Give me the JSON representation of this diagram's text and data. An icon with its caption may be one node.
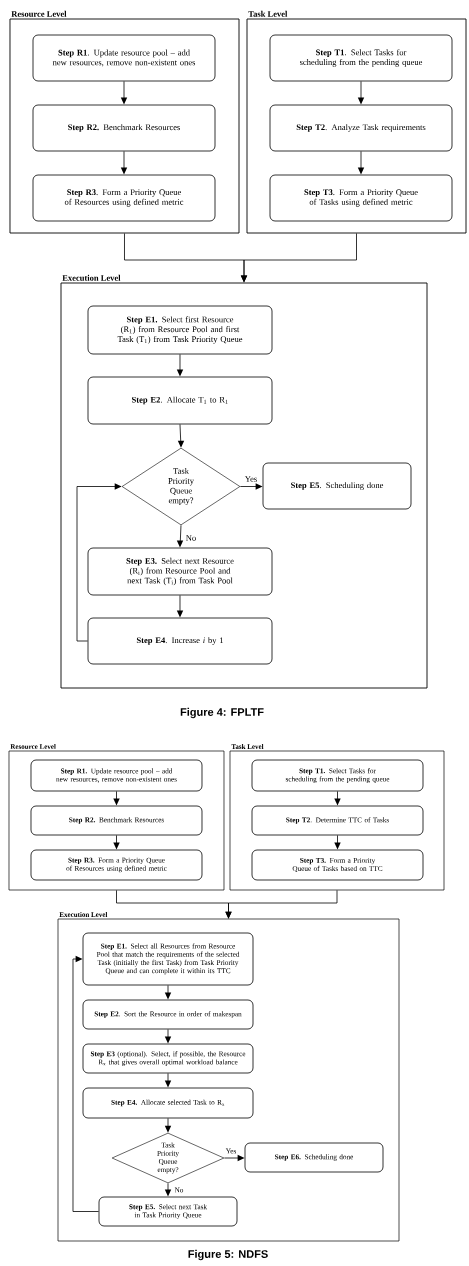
{
  "diagram": {
    "nodes": [
      {
        "text": [
          "Resource Level"
        ]
      },
      {
        "text": [
          "**Step R1**. Update resource pool – add new resources, remove non-existent ones"
        ],
        "in": 0
      },
      {
        "text": [
          "**Step R2.** Benchmark Resources"
        ],
        "in": 0
      },
      {
        "text": [
          "**Step R3**. Form a Priority Queue of Resources using defined metric"
        ],
        "in": 0
      },
      {
        "text": [
          "Task Level"
        ]
      },
      {
        "text": [
          "**Step T1**. Select Tasks for scheduling from the pending queue"
        ],
        "in": 4
      },
      {
        "text": [
          "**Step T2**. Analyze Task requirements"
        ],
        "in": 4
      },
      {
        "text": [
          "**Step T3**. Form a Priority Queue of Tasks using defined metric"
        ],
        "in": 4
      },
      {
        "text": [
          "Execution Level"
        ]
      },
      {
        "text": [
          "**Step E1.** Select first Resource (R$_{1}$) from Resource Pool and first Task (T$_{1}$) from Task Priority Queue"
        ],
        "in": 8
      },
      {
        "text": [
          "**Step E2**. Allocate T$_{1}$ to R$_{1}$"
        ],
        "in": 8
      },
      {
        "text": [
          "Task Priority Queue empty?"
        ],
        "in": 8
      },
      {
        "text": [
          "**Step E5**. Scheduling done"
        ],
        "in": 8
      },
      {
        "text": [
          "**Step E3.** Select next Resource (R$_{i}$) from Resource Pool and next Task (T$_{i}$) from Task Pool"
        ],
        "in": 8
      },
      {
        "text": [
          "**Step E4**. Increase *i* by 1"
        ],
        "in": 8
      },
      {
        "text": [
          "Resource Level"
        ]
      },
      {
        "text": [
          "**Step R1.** Update resource pool – add new resources, remove non-existent ones"
        ],
        "in": 15
      },
      {
        "text": [
          "**Step R2.** Benchmark Resources"
        ],
        "in": 15
      },
      {
        "text": [
          "**Step R3.** Form a Priority Queue of Resources using defined metric"
        ],
        "in": 15
      },
      {
        "text": [
          "Task Level"
        ]
      },
      {
        "text": [
          "**Step T1.** Select Tasks for scheduling from the pending queue"
        ],
        "in": 19
      },
      {
        "text": [
          "**Step T2**. Determine TTC of Tasks"
        ],
        "in": 19
      },
      {
        "text": [
          "**Step T3.** Form a Priority Queue of Tasks based on TTC"
        ],
        "in": 19
      },
      {
        "text": [
          "Execution Level"
        ]
      },
      {
        "text": [
          "**Step E1.** Select all Resources from Resource Pool that match the requirements of the selected Task (initially the first Task) from Task Priority Queue and can complete it within its TTC"
        ],
        "in": 23
      },
      {
        "text": [
          "**Step E2**. Sort the Resource in order of makespan"
        ],
        "in": 23
      },
      {
        "text": [
          "**Step E3** (optional). Select, if possible, the Resource R$_{x}$ that gives overall optimal workload balance"
        ],
        "in": 23
      },
      {
        "text": [
          "**Step E4.** Allocate selected Task to R$_{x}$"
        ],
        "in": 23
      },
      {
        "text": [
          "Task Priority Queue empty?"
        ],
        "in": 23
      },
      {
        "text": [
          "**Step E6.** Scheduling done"
        ],
        "in": 23
      },
      {
        "text": [
          "**Step E5.** Select next Task in Task Priority Queue"
        ],
        "in": 23
      }
    ],
    "edges": [
      {
        "from": 1,
        "to": 2,
        "arrow": "to"
      },
      {
        "from": 2,
        "to": 3,
        "arrow": "to"
      },
      {
        "from": 5,
        "to": 6,
        "arrow": "to"
      },
      {
        "from": 6,
        "to": 7,
        "arrow": "to"
      },
      {
        "from": 0,
        "to": 8,
        "arrow": "to"
      },
      {
        "from": 4,
        "to": 8,
        "arrow": "to"
      },
      {
        "from": 9,
        "to": 10,
        "arrow": "to"
      },
      {
        "from": 10,
        "to": 11,
        "arrow": "to"
      },
      {
        "from": 11,
        "to": 12,
        "arrow": "to",
        "label": "Yes"
      },
      {
        "from": 11,
        "to": 13,
        "arrow": "to",
        "label": "No"
      },
      {
        "from": 13,
        "to": 14,
        "arrow": "to"
      },
      {
        "from": 14,
        "to": 11,
        "arrow": "to"
      },
      {
        "from": 16,
        "to": 17,
        "arrow": "to"
      },
      {
        "from": 17,
        "to": 18,
        "arrow": "to"
      },
      {
        "from": 20,
        "to": 21,
        "arrow": "to"
      },
      {
        "from": 21,
        "to": 22,
        "arrow": "to"
      },
      {
        "from": 15,
        "to": 23,
        "arrow": "to"
      },
      {
        "from": 19,
        "to": 23,
        "arrow": "to"
      },
      {
        "from": 24,
        "to": 25,
        "arrow": "to"
      },
      {
        "from": 25,
        "to": 26,
        "arrow": "to"
      },
      {
        "from": 26,
        "to": 27,
        "arrow": "to"
      },
      {
        "from": 27,
        "to": 28,
        "arrow": "to"
      },
      {
        "from": 28,
        "to": 29,
        "arrow": "to",
        "label": "Yes"
      },
      {
        "from": 28,
        "to": 30,
        "arrow": "to",
        "label": "No"
      },
      {
        "from": 30,
        "to": 24,
        "arrow": "to"
      }
    ],
    "labels": [
      "Figure 4: FPLTF",
      "Figure 5: NDFS"
    ]
  }
}
